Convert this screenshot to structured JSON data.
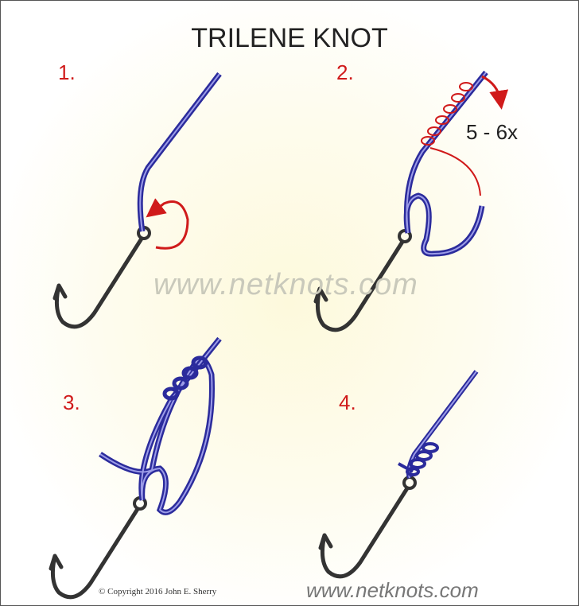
{
  "title": "TRILENE KNOT",
  "steps": [
    "1.",
    "2.",
    "3.",
    "4."
  ],
  "wrap_count": "5 - 6x",
  "watermark": "www.netknots.com",
  "footer_url": "www.netknots.com",
  "copyright": "© Copyright  2016  John E. Sherry",
  "colors": {
    "line": "#2b2b9c",
    "line_hi": "#9c9ce8",
    "arrow": "#d01a1a",
    "hook": "#333333"
  }
}
